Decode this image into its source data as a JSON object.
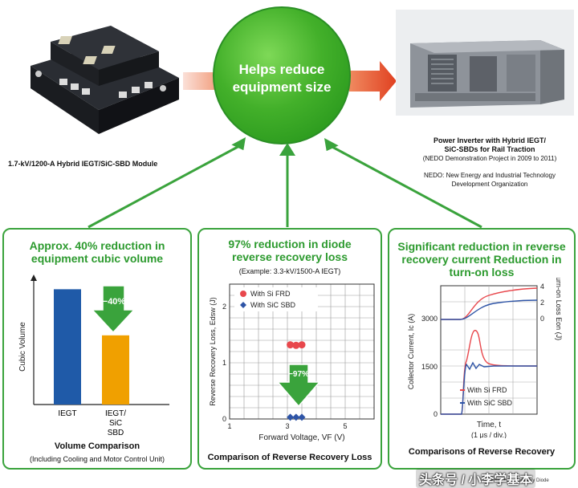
{
  "colors": {
    "green": "#3aa33c",
    "title_green": "#2c9a2e",
    "ieGT_blue": "#1f5aa8",
    "hybrid_orange": "#f0a000",
    "arrow_red": "#e05030",
    "si_red": "#e8474c",
    "sic_blue": "#2e54a6"
  },
  "hub": {
    "text": "Helps reduce equipment size"
  },
  "module_caption": "1.7-kV/1200-A Hybrid IEGT/SiC-SBD Module",
  "inverter": {
    "title": "Power Inverter with Hybrid IEGT/ SiC-SBDs for Rail Traction",
    "project": "(NEDO Demonstration Project in 2009 to 2011)",
    "note": "NEDO: New Energy and Industrial Technology Development Organization"
  },
  "panel1": {
    "title": "Approx. 40% reduction in equipment cubic volume",
    "ylabel": "Cubic Volume",
    "reduction_label": "−40%",
    "caption": "Volume Comparison",
    "subcaption": "(Including Cooling and Motor Control Unit)",
    "chart_data": {
      "type": "bar",
      "categories": [
        "IEGT",
        "IEGT/ SiC SBD"
      ],
      "values": [
        100,
        60
      ],
      "ylim": [
        0,
        110
      ]
    }
  },
  "panel2": {
    "title": "97% reduction in diode reverse recovery loss",
    "example": "(Example: 3.3-kV/1500-A IEGT)",
    "ylabel": "Reverse Recovery Loss, Edsw (J)",
    "xlabel": "Forward Voltage, VF (V)",
    "reduction_label": "−97%",
    "caption": "Comparison of Reverse Recovery Loss",
    "chart_data": {
      "type": "scatter",
      "xlim": [
        1,
        6
      ],
      "ylim": [
        0,
        2.4
      ],
      "xticks": [
        "1",
        "3",
        "5"
      ],
      "yticks": [
        "0",
        "1",
        "2"
      ],
      "series": [
        {
          "name": "With Si FRD",
          "marker": "circle",
          "points": [
            [
              3.1,
              1.32
            ],
            [
              3.3,
              1.31
            ],
            [
              3.5,
              1.32
            ]
          ]
        },
        {
          "name": "With SiC SBD",
          "marker": "diamond",
          "points": [
            [
              3.1,
              0.03
            ],
            [
              3.3,
              0.03
            ],
            [
              3.5,
              0.03
            ]
          ]
        }
      ]
    }
  },
  "panel3": {
    "title": "Significant reduction in reverse recovery current Reduction in turn-on loss",
    "ylabel_left": "Collector Current, Ic (A)",
    "ylabel_right": "Turn-on Loss Eon (J)",
    "xlabel": "Time, t",
    "xunit": "(1 μs / div.)",
    "caption": "Comparisons of Reverse Recovery",
    "chart_data": {
      "type": "line",
      "left_ticks": [
        "3000",
        "1500",
        "0"
      ],
      "right_ticks": [
        "4",
        "2",
        "0"
      ],
      "series": [
        {
          "name": "With Si FRD"
        },
        {
          "name": "With SiC SBD"
        }
      ]
    }
  },
  "footnote": "FRD: Fast Recovery Diode",
  "watermark": "头条号 / 小李学基本"
}
